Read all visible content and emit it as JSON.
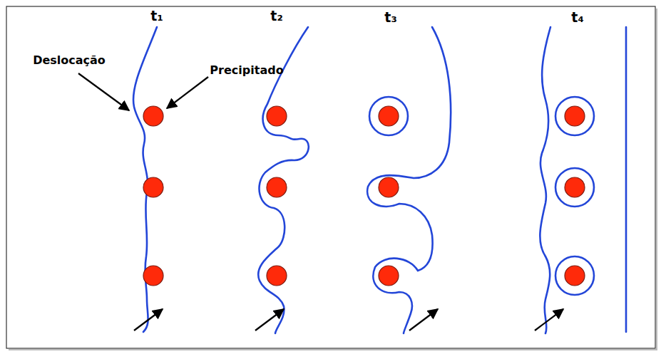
{
  "diagram": {
    "labels": [
      "Deslocação",
      "Precipitado",
      "t₁",
      "t₂",
      "t₃",
      "t₄"
    ]
  }
}
